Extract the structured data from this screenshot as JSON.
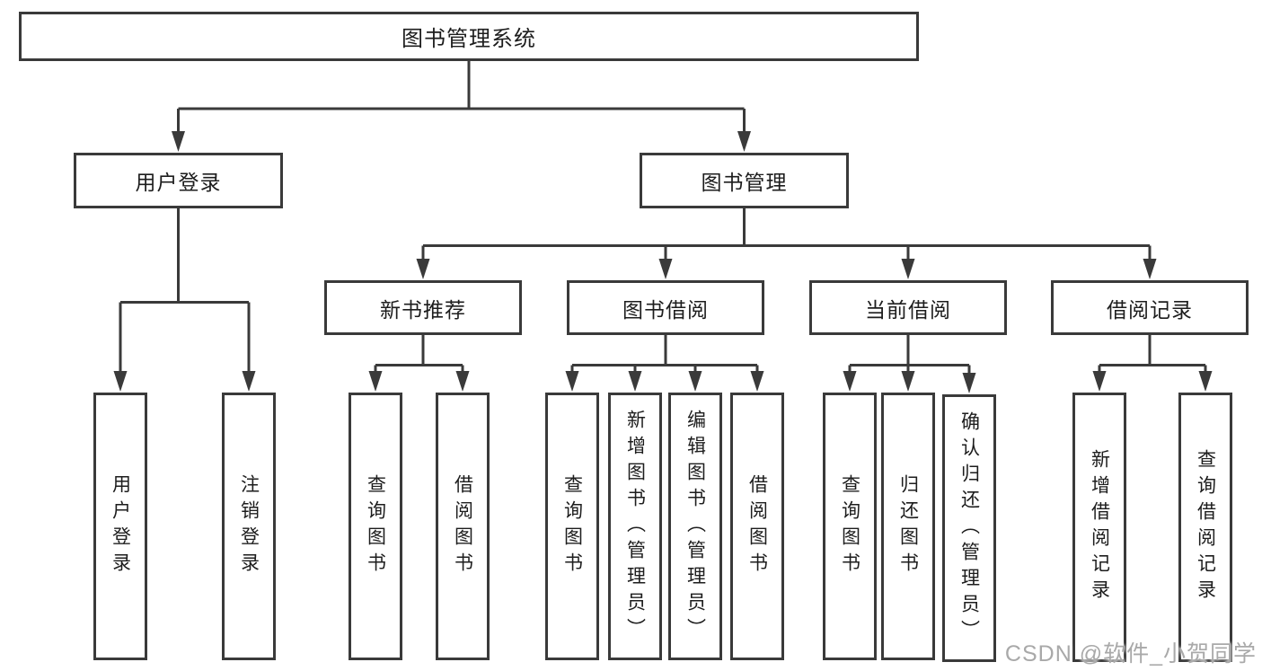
{
  "diagram": {
    "root": "图书管理系统",
    "user": {
      "label": "用户登录",
      "children": [
        "用户登录",
        "注销登录"
      ]
    },
    "management": {
      "label": "图书管理",
      "sections": [
        {
          "label": "新书推荐",
          "children": [
            "查询图书",
            "借阅图书"
          ]
        },
        {
          "label": "图书借阅",
          "children": [
            "查询图书",
            "新增图书（管理员）",
            "编辑图书（管理员）",
            "借阅图书"
          ]
        },
        {
          "label": "当前借阅",
          "children": [
            "查询图书",
            "归还图书",
            "确认归还（管理员）"
          ]
        },
        {
          "label": "借阅记录",
          "children": [
            "新增借阅记录",
            "查询借阅记录"
          ]
        }
      ]
    }
  },
  "watermark": {
    "text": "CSDN @软件_小贺同学"
  },
  "colors": {
    "line": "#3a3a3a",
    "box_border": "#3a3a3a",
    "text": "#1d1d1d",
    "watermark": "#a9a9a9",
    "background": "#ffffff"
  }
}
